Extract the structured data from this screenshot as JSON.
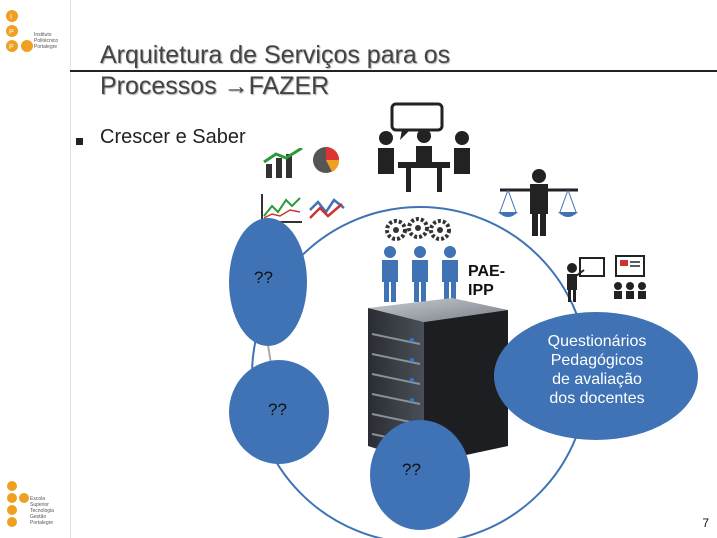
{
  "slide": {
    "title_line1": "Arquitetura de Serviços para os",
    "title_line2": "Processos →FAZER",
    "bullet": "Crescer e Saber",
    "page_number": "7"
  },
  "logos": {
    "top_lines": [
      "Instituto",
      "Politécnico",
      "Portalegre"
    ],
    "bottom_lines": [
      "Escola",
      "Superior",
      "Tecnologia",
      "Gestão",
      "Portalegre"
    ]
  },
  "nodes": {
    "left_top": "??",
    "left_bottom": "??",
    "bottom": "??",
    "center": "PAE-\nIPP",
    "right": "Questionários\nPedagógicos\nde avaliação\ndos docentes"
  },
  "icons": [
    "speech-bubble-icon",
    "meeting-icon",
    "bar-chart-icon",
    "pie-chart-icon",
    "line-chart-icon",
    "trend-chart-icon",
    "justice-scales-icon",
    "gears-icon",
    "team-icon",
    "teacher-icon",
    "presentation-icon",
    "server-icon"
  ],
  "colors": {
    "node_blue": "#3f73b5",
    "orange_logo": "#f0a020",
    "title_text": "#444444"
  }
}
